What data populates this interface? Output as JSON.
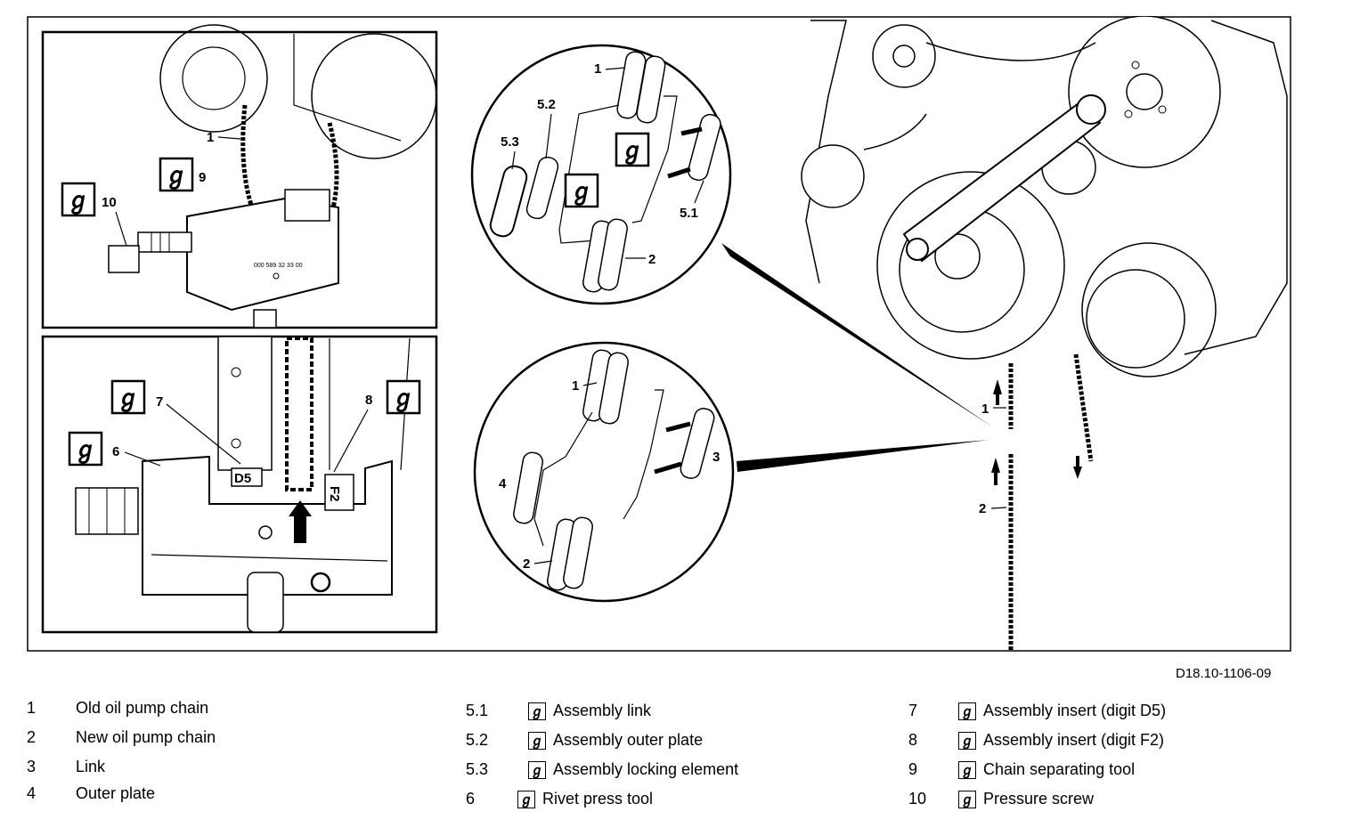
{
  "diagram_code": "D18.10-1106-09",
  "tool_icon": "tool-symbol-icon",
  "callouts": {
    "p1_1": "1",
    "p1_9": "9",
    "p1_10": "10",
    "p2_7": "7",
    "p2_8": "8",
    "p2_6": "6",
    "p2_d5": "D5",
    "p2_f2": "F2",
    "c1_1": "1",
    "c1_52": "5.2",
    "c1_53": "5.3",
    "c1_51": "5.1",
    "c1_2": "2",
    "c2_1": "1",
    "c2_3": "3",
    "c2_4": "4",
    "c2_2": "2",
    "e_1": "1",
    "e_2": "2"
  },
  "legend": {
    "col1": [
      {
        "num": "1",
        "text": "Old oil pump chain",
        "tool": false
      },
      {
        "num": "2",
        "text": "New oil pump chain",
        "tool": false
      },
      {
        "num": "3",
        "text": "Link",
        "tool": false
      },
      {
        "num": "4",
        "text": "Outer plate",
        "tool": false
      }
    ],
    "col2": [
      {
        "num": "5.1",
        "text": "Assembly link",
        "tool": true
      },
      {
        "num": "5.2",
        "text": "Assembly outer plate",
        "tool": true
      },
      {
        "num": "5.3",
        "text": "Assembly locking element",
        "tool": true
      },
      {
        "num": "6",
        "text": "Rivet press tool",
        "tool": true
      }
    ],
    "col3": [
      {
        "num": "7",
        "text": "Assembly insert (digit D5)",
        "tool": true
      },
      {
        "num": "8",
        "text": "Assembly insert (digit F2)",
        "tool": true
      },
      {
        "num": "9",
        "text": "Chain separating tool",
        "tool": true
      },
      {
        "num": "10",
        "text": "Pressure screw",
        "tool": true
      }
    ]
  }
}
